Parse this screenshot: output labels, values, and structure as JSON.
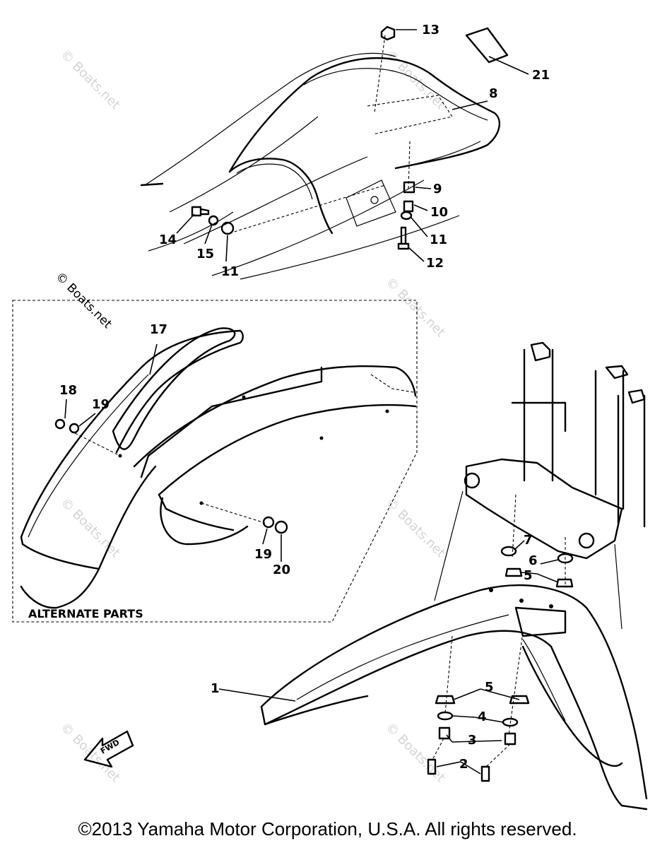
{
  "labels": {
    "n1": "1",
    "n2": "2",
    "n3": "3",
    "n4": "4",
    "n5a": "5",
    "n5b": "5",
    "n6": "6",
    "n7": "7",
    "n8": "8",
    "n9": "9",
    "n10": "10",
    "n11a": "11",
    "n11b": "11",
    "n12": "12",
    "n13": "13",
    "n14": "14",
    "n15": "15",
    "n17": "17",
    "n18": "18",
    "n19a": "19",
    "n19b": "19",
    "n20": "20",
    "n21": "21"
  },
  "alternate_parts_label": "ALTERNATE PARTS",
  "fwd_label": "FWD",
  "watermark": "© Boats.net",
  "copyright": "©2013 Yamaha Motor Corporation, U.S.A. All rights reserved.",
  "colors": {
    "ink": "#000000",
    "watermark": "#d4d4d4",
    "background": "#ffffff"
  }
}
